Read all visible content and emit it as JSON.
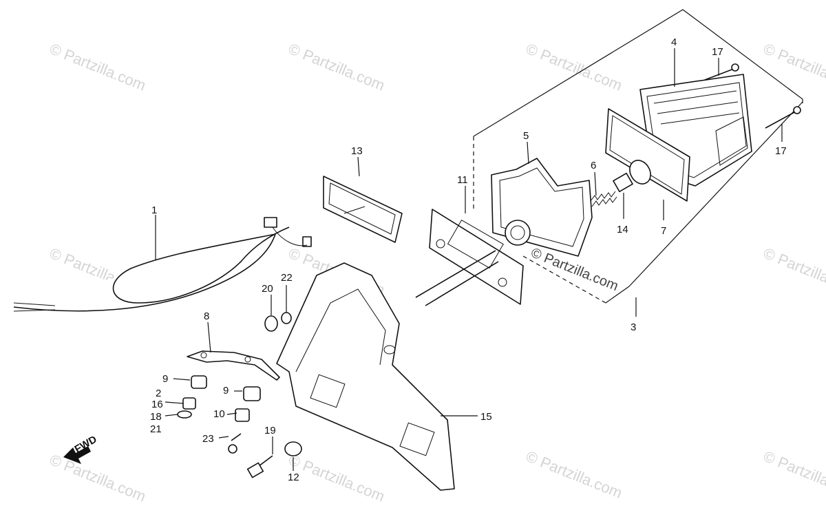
{
  "watermarks": {
    "text": "© Partzilla.com",
    "overlay_text": "© Partzilla.com"
  },
  "fwd_label": "FWD",
  "callouts": [
    {
      "id": "c1",
      "label": "1"
    },
    {
      "id": "c2",
      "label": "2"
    },
    {
      "id": "c3",
      "label": "3"
    },
    {
      "id": "c4",
      "label": "4"
    },
    {
      "id": "c5",
      "label": "5"
    },
    {
      "id": "c6",
      "label": "6"
    },
    {
      "id": "c7",
      "label": "7"
    },
    {
      "id": "c8",
      "label": "8"
    },
    {
      "id": "c9a",
      "label": "9"
    },
    {
      "id": "c9b",
      "label": "9"
    },
    {
      "id": "c10",
      "label": "10"
    },
    {
      "id": "c11",
      "label": "11"
    },
    {
      "id": "c12",
      "label": "12"
    },
    {
      "id": "c13",
      "label": "13"
    },
    {
      "id": "c14",
      "label": "14"
    },
    {
      "id": "c15",
      "label": "15"
    },
    {
      "id": "c16",
      "label": "16"
    },
    {
      "id": "c17a",
      "label": "17"
    },
    {
      "id": "c17b",
      "label": "17"
    },
    {
      "id": "c18",
      "label": "18"
    },
    {
      "id": "c19",
      "label": "19"
    },
    {
      "id": "c20",
      "label": "20"
    },
    {
      "id": "c21",
      "label": "21"
    },
    {
      "id": "c22",
      "label": "22"
    },
    {
      "id": "c23",
      "label": "23"
    }
  ]
}
